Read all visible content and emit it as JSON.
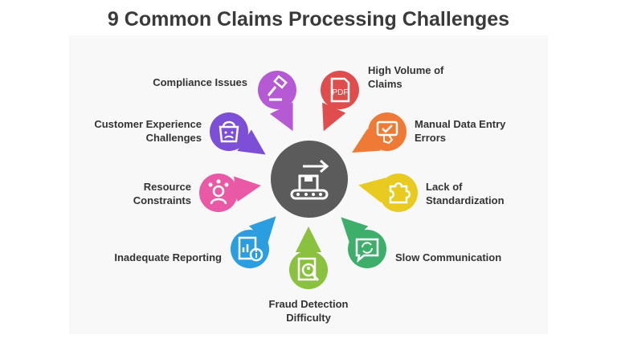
{
  "title": "9 Common Claims Processing Challenges",
  "hub": {
    "icon": "conveyor-box-icon",
    "color": "#5b5b5b"
  },
  "challenges": [
    {
      "id": "compliance",
      "line1": "Compliance Issues",
      "line2": "",
      "icon": "gavel-icon",
      "color": "#b559d4"
    },
    {
      "id": "high-volume",
      "line1": "High Volume of",
      "line2": "Claims",
      "icon": "pdf-document-icon",
      "color": "#e04d4d"
    },
    {
      "id": "manual-entry",
      "line1": "Manual Data Entry",
      "line2": "Errors",
      "icon": "hand-checkbox-icon",
      "color": "#ee7a35"
    },
    {
      "id": "standardization",
      "line1": "Lack of",
      "line2": "Standardization",
      "icon": "puzzle-piece-icon",
      "color": "#e8ca20"
    },
    {
      "id": "slow-communication",
      "line1": "Slow Communication",
      "line2": "",
      "icon": "chat-sync-icon",
      "color": "#3eaf6a"
    },
    {
      "id": "fraud-detection",
      "line1": "Fraud Detection",
      "line2": "Difficulty",
      "icon": "magnifier-person-icon",
      "color": "#8ac13e"
    },
    {
      "id": "reporting",
      "line1": "Inadequate Reporting",
      "line2": "",
      "icon": "report-info-icon",
      "color": "#2a9ee0"
    },
    {
      "id": "resource",
      "line1": "Resource",
      "line2": "Constraints",
      "icon": "juggler-icon",
      "color": "#ea59a6"
    },
    {
      "id": "customer-experience",
      "line1": "Customer Experience",
      "line2": "Challenges",
      "icon": "unhappy-basket-icon",
      "color": "#7d4ed6"
    }
  ]
}
